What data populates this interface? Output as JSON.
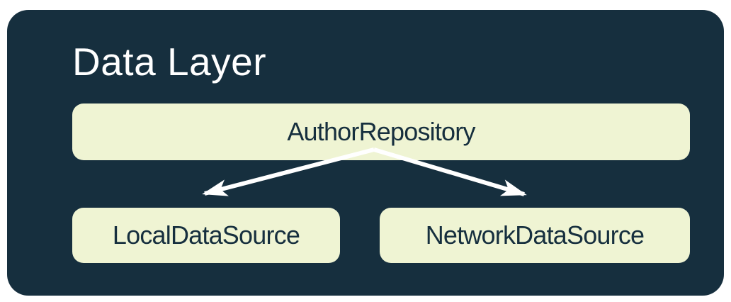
{
  "diagram": {
    "title": "Data Layer",
    "nodes": [
      {
        "id": "repository",
        "label": "AuthorRepository"
      },
      {
        "id": "local-data-source",
        "label": "LocalDataSource"
      },
      {
        "id": "network-data-source",
        "label": "NetworkDataSource"
      }
    ],
    "edges": [
      {
        "from": "AuthorRepository",
        "to": "LocalDataSource"
      },
      {
        "from": "AuthorRepository",
        "to": "NetworkDataSource"
      }
    ],
    "colors": {
      "card_background": "#162F3E",
      "node_background": "#EFF4D3",
      "node_text": "#162F3E",
      "title_text": "#FFFFFF",
      "arrow": "#FFFFFF"
    }
  }
}
